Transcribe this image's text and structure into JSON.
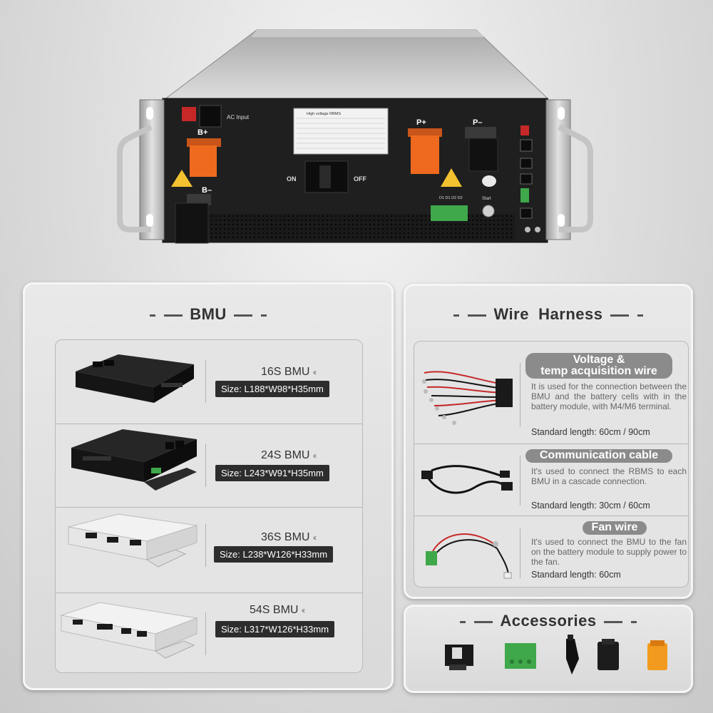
{
  "hero": {
    "ac_input_label": "AC Input",
    "b_plus_label": "B+",
    "b_minus_label": "B–",
    "on_label": "ON",
    "off_label": "OFF",
    "p_plus_label": "P+",
    "p_minus_label": "P–",
    "start_label": "Start",
    "dio_label": "D1 D1 D2 D2",
    "nameplate_title": "High voltage RBMS"
  },
  "bmu": {
    "title": "BMU",
    "items": [
      {
        "name": "16S BMU",
        "size": "Size: L188*W98*H35mm"
      },
      {
        "name": "24S BMU",
        "size": "Size:  L243*W91*H35mm"
      },
      {
        "name": "36S BMU",
        "size": "Size: L238*W126*H33mm"
      },
      {
        "name": "54S BMU",
        "size": "Size: L317*W126*H33mm"
      }
    ]
  },
  "wire": {
    "title": "Wire  Harness",
    "items": [
      {
        "title_line1": "Voltage &",
        "title_line2": "temp acquisition wire",
        "desc": "It is used for the connection between the BMU and the battery cells with in the battery module, with M4/M6 terminal.",
        "std": "Standard length: 60cm / 90cm"
      },
      {
        "title_line1": "Communication cable",
        "title_line2": "",
        "desc": "It's used to connect the RBMS to each BMU in a cascade connection.",
        "std": "Standard length: 30cm / 60cm"
      },
      {
        "title_line1": "Fan wire",
        "title_line2": "",
        "desc": "It's used to connect the BMU to the fan on the battery module to supply power to the fan.",
        "std": "Standard length: 60cm"
      }
    ]
  },
  "accessories": {
    "title": "Accessories"
  },
  "colors": {
    "accent_orange": "#ef6a1f",
    "connector_green": "#3fa84a",
    "title_pill": "#8b8b8b",
    "size_bar": "#2d2d2d"
  }
}
